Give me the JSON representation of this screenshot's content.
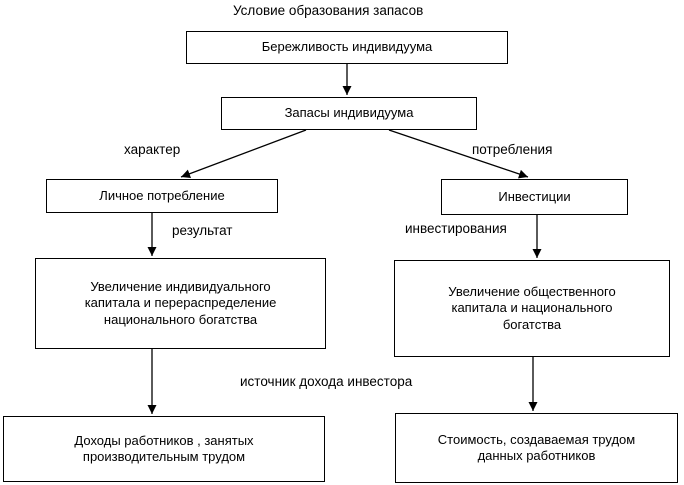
{
  "title": "Условие образования запасов",
  "nodes": {
    "thrift": {
      "label": "Бережливость индивидуума"
    },
    "stocks": {
      "label": "Запасы индивидуума"
    },
    "personal": {
      "label": "Личное потребление"
    },
    "investments": {
      "label": "Инвестиции"
    },
    "ind_capital": {
      "label": "Увеличение индивидуального\nкапитала и перераспределение\nнационального богатства"
    },
    "soc_capital": {
      "label": "Увеличение общественного\nкапитала и национального\nбогатства"
    },
    "work_income": {
      "label": "Доходы работников , занятых\nпроизводительным трудом"
    },
    "value_created": {
      "label": "Стоимость, создаваемая трудом\nданных работников"
    }
  },
  "edge_labels": {
    "character": "характер",
    "consumption": "потребления",
    "result": "результат",
    "investing": "инвестирования",
    "investor_income_source": "источник дохода инвестора"
  },
  "colors": {
    "background": "#ffffff",
    "border": "#000000",
    "text": "#000000",
    "arrow": "#000000"
  }
}
